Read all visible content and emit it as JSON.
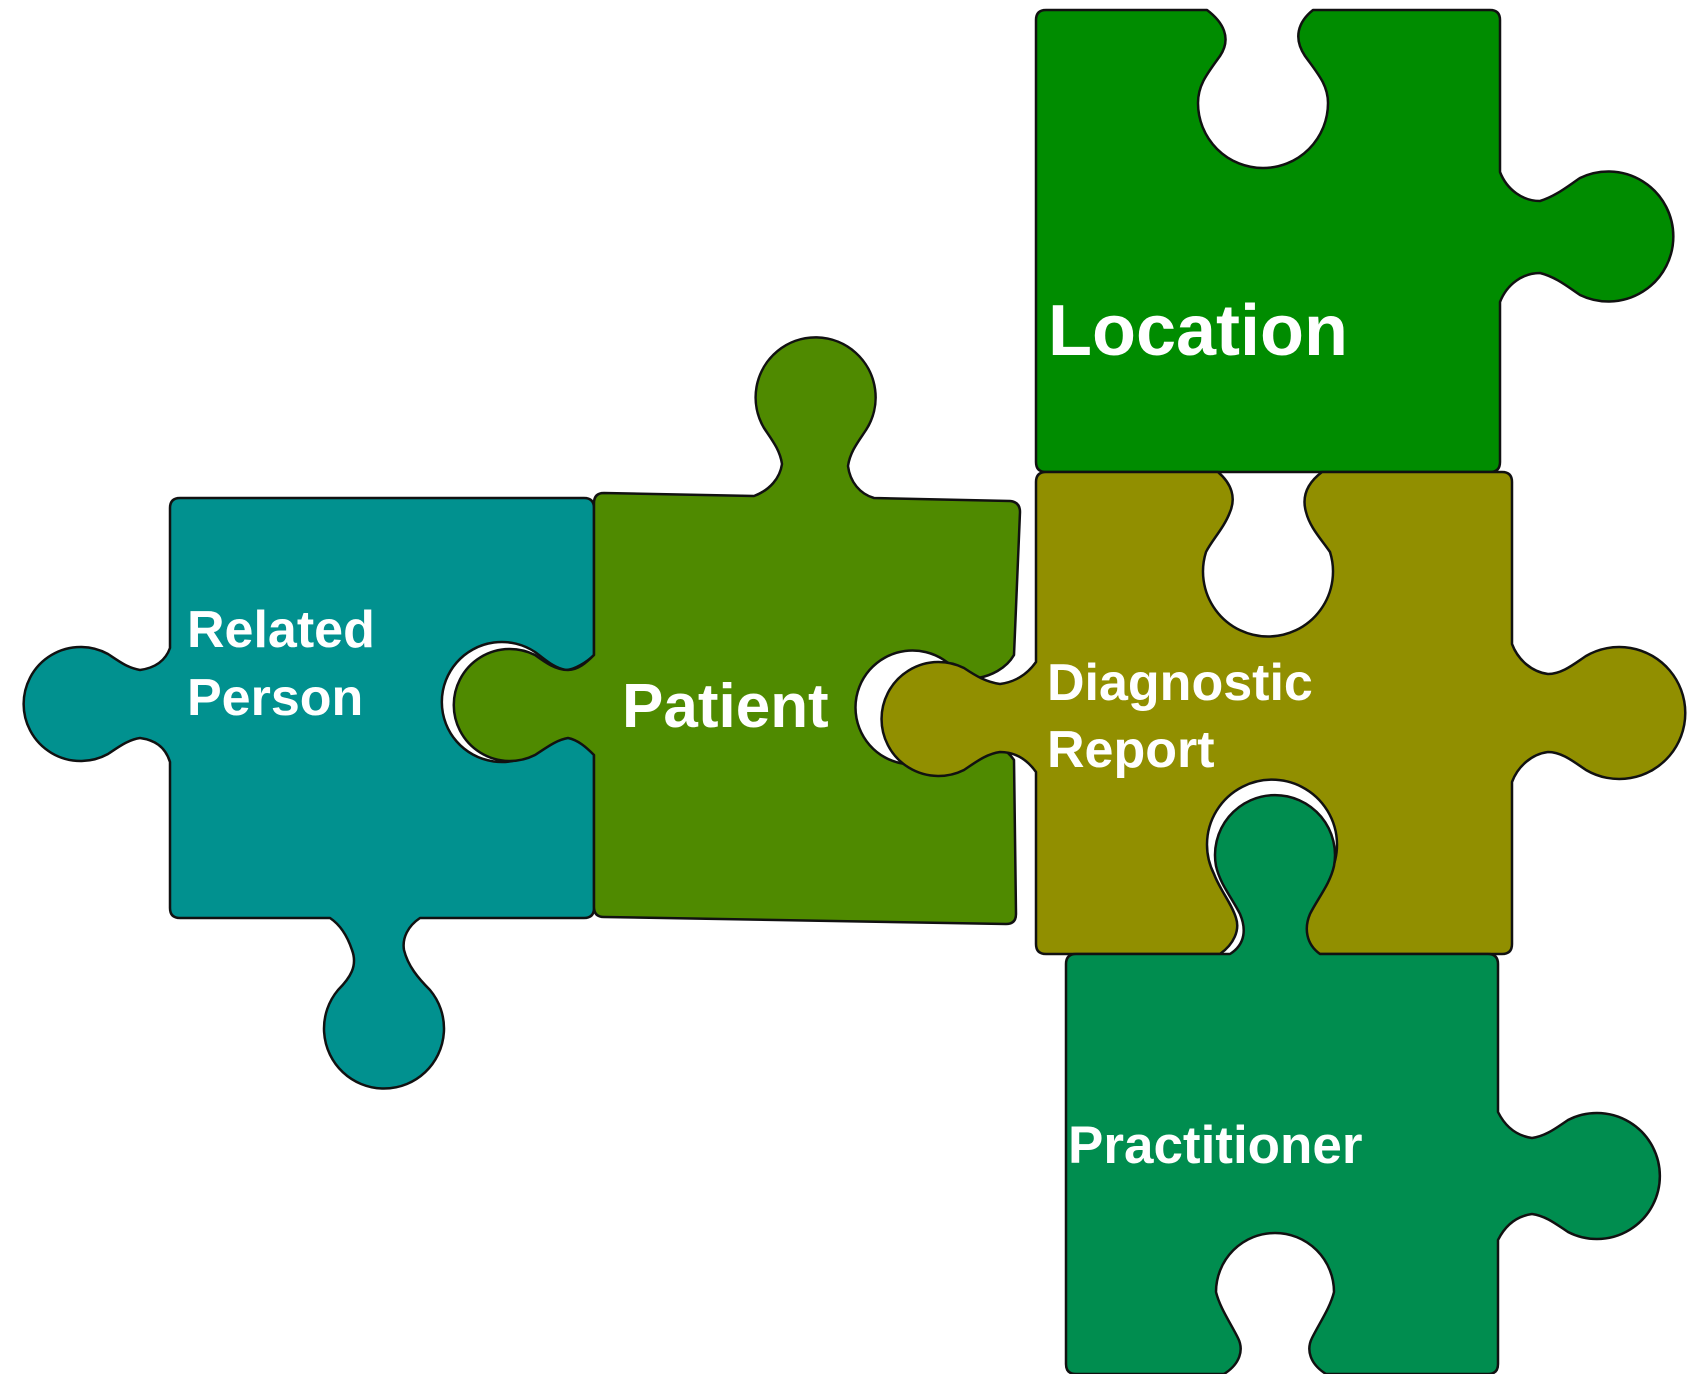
{
  "pieces": [
    {
      "id": "related-person",
      "lines": [
        "Related",
        "Person"
      ],
      "color": "#01918f"
    },
    {
      "id": "patient",
      "lines": [
        "Patient"
      ],
      "color": "#4f8a00"
    },
    {
      "id": "location",
      "lines": [
        "Location"
      ],
      "color": "#008c00"
    },
    {
      "id": "diagnostic-report",
      "lines": [
        "Diagnostic",
        "Report"
      ],
      "color": "#918f00"
    },
    {
      "id": "practitioner",
      "lines": [
        "Practitioner"
      ],
      "color": "#008d4f"
    }
  ]
}
